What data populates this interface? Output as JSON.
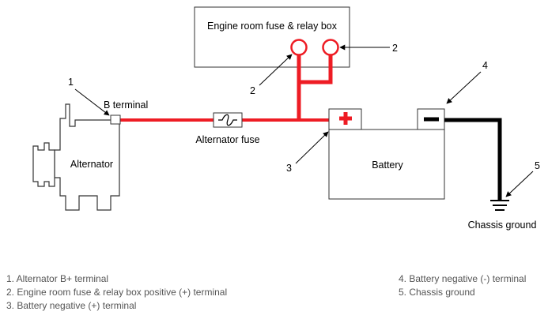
{
  "diagram": {
    "fuse_box_label": "Engine room fuse & relay box",
    "alternator_label": "Alternator",
    "b_terminal_label": "B terminal",
    "fuse_label": "Alternator fuse",
    "battery_label": "Battery",
    "ground_label": "Chassis ground",
    "callouts": [
      "1",
      "2",
      "2",
      "3",
      "4",
      "5"
    ]
  },
  "legend": {
    "left": [
      "1. Alternator B+ terminal",
      "2. Engine room fuse & relay box positive (+) terminal",
      "3. Battery negative (+) terminal"
    ],
    "right": [
      "4. Battery negative (-) terminal",
      "5. Chassis ground"
    ]
  },
  "colors": {
    "positive_wire": "#ee1c24",
    "negative_wire": "#000000",
    "outline": "#333333"
  }
}
